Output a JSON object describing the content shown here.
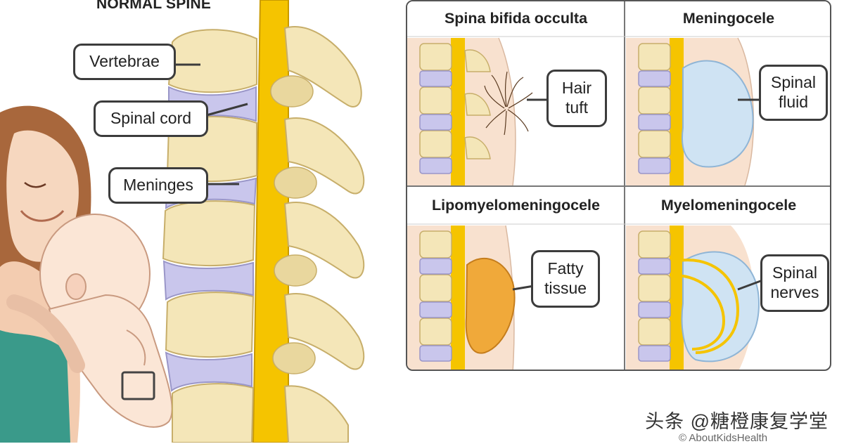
{
  "left": {
    "title": "NORMAL SPINE",
    "labels": {
      "vertebrae": "Vertebrae",
      "spinal_cord": "Spinal cord",
      "meninges": "Meninges"
    }
  },
  "panels": [
    {
      "title": "Spina bifida occulta",
      "label_line1": "Hair",
      "label_line2": "tuft"
    },
    {
      "title": "Meningocele",
      "label_line1": "Spinal",
      "label_line2": "fluid"
    },
    {
      "title": "Lipomyelomeningocele",
      "label_line1": "Fatty",
      "label_line2": "tissue"
    },
    {
      "title": "Myelomeningocele",
      "label_line1": "Spinal",
      "label_line2": "nerves"
    }
  ],
  "watermark": "头条 @糖橙康复学堂",
  "credit_partial": "© AboutKidsHealth",
  "colors": {
    "bone": "#f4e6b8",
    "bone_shadow": "#d9c48a",
    "disc": "#c9c6ec",
    "cord": "#f5c400",
    "skin": "#f8e1cf",
    "fluid": "#cfe3f3",
    "fat": "#f0a93a",
    "hair": "#a05a2c",
    "shirt": "#3a9a8a"
  }
}
